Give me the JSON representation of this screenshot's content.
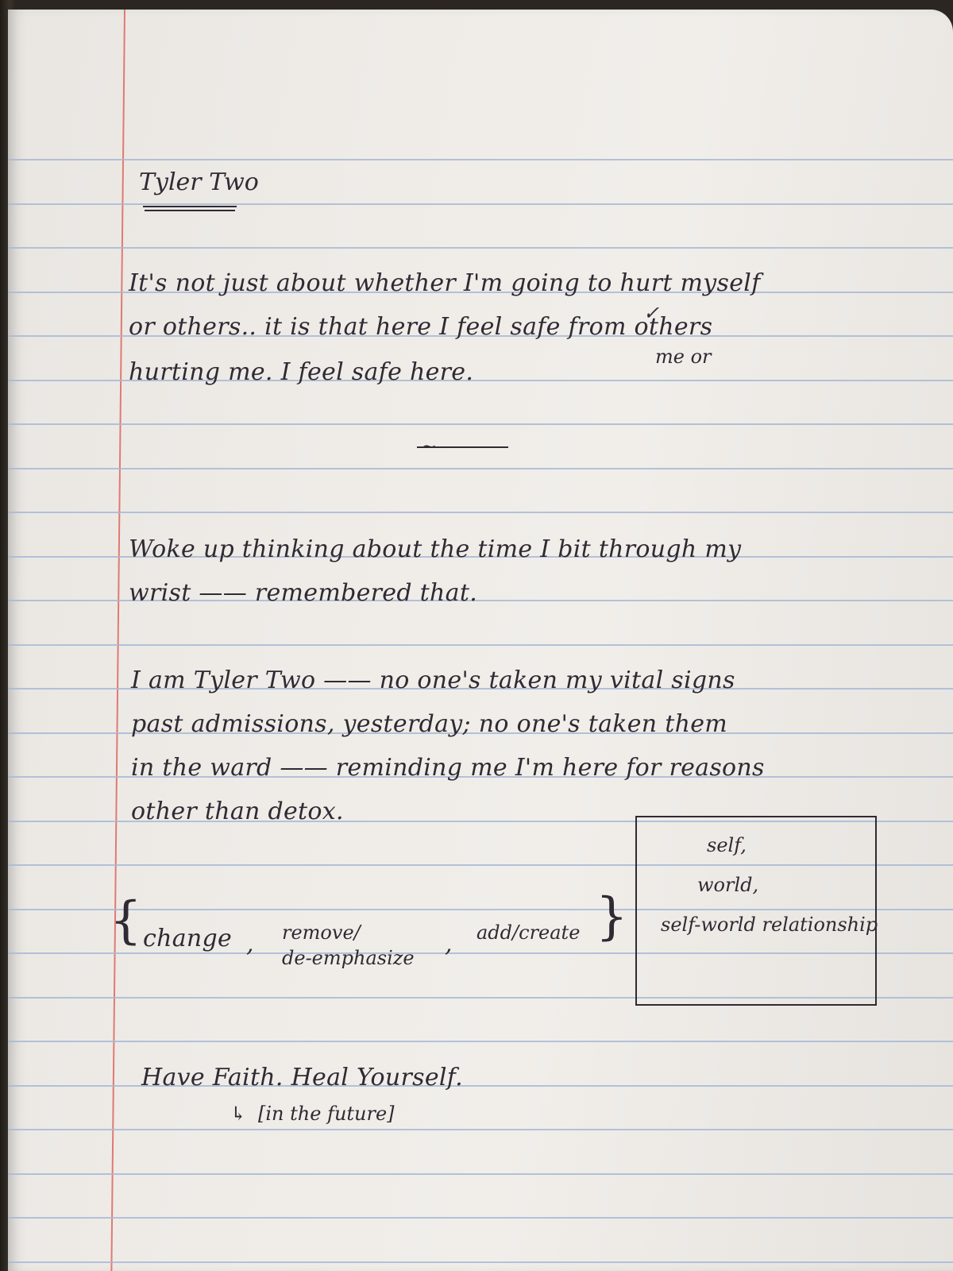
{
  "title": "Tyler Two",
  "entry1": {
    "line1": "It's not just about whether I'm going to hurt myself",
    "line2": "or others.. it is that here I feel safe from others",
    "insert": "me or",
    "caret": "✓",
    "line3": "hurting me. I feel safe here."
  },
  "divider": "~",
  "entry2": {
    "line1": "Woke up thinking about the time I bit through my",
    "line2": "wrist —— remembered that."
  },
  "entry3": {
    "line1": "I am Tyler Two —— no one's taken my vital signs",
    "line2": "past admissions, yesterday; no one's taken them",
    "line3": "in the ward —— reminding me I'm here for reasons",
    "line4": "other than detox."
  },
  "diagram": {
    "left_brace": "{",
    "change": "change",
    "remove": "remove/",
    "deemphasize": "de-emphasize",
    "add": "add/create",
    "close_brace": "}",
    "comma": ",",
    "bracket_items": [
      "self,",
      "world,",
      "self-world relationship"
    ]
  },
  "closing": {
    "line1": "Have Faith. Heal Yourself.",
    "arrow": "↳",
    "line2": "[in the future]"
  }
}
